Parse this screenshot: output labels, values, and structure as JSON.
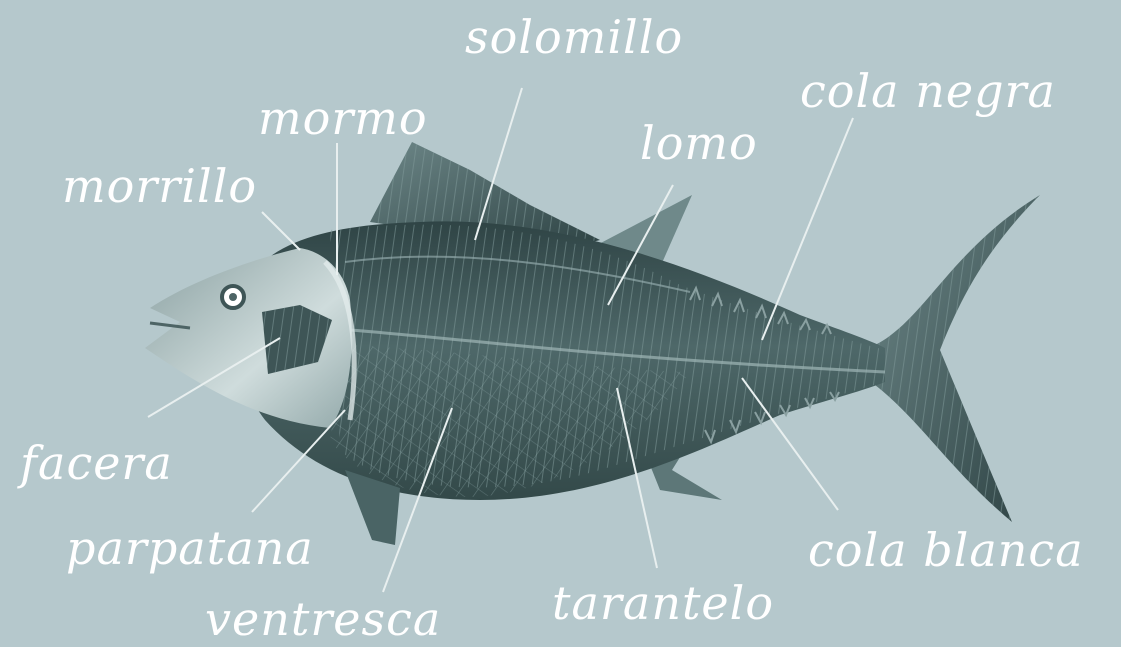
{
  "diagram": {
    "background_color": "#b5c8cc",
    "label_color": "#ffffff",
    "fish_color": "#3f5758",
    "labels": [
      {
        "id": "solomillo",
        "text": "solomillo"
      },
      {
        "id": "mormo",
        "text": "mormo"
      },
      {
        "id": "morrillo",
        "text": "morrillo"
      },
      {
        "id": "lomo",
        "text": "lomo"
      },
      {
        "id": "cola-negra",
        "text": "cola negra"
      },
      {
        "id": "facera",
        "text": "facera"
      },
      {
        "id": "parpatana",
        "text": "parpatana"
      },
      {
        "id": "ventresca",
        "text": "ventresca"
      },
      {
        "id": "tarantelo",
        "text": "tarantelo"
      },
      {
        "id": "cola-blanca",
        "text": "cola blanca"
      }
    ]
  }
}
